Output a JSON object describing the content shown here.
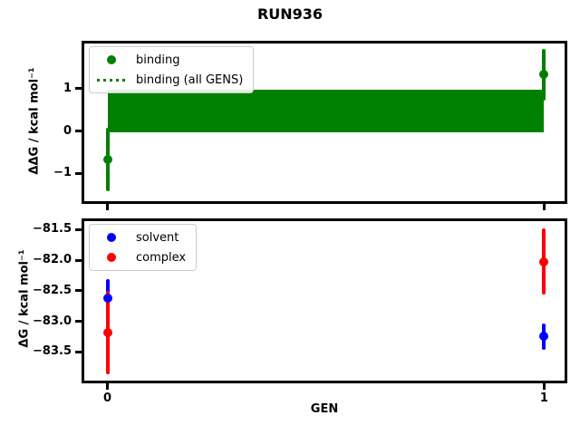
{
  "figure": {
    "title": "RUN936",
    "xlabel": "GEN"
  },
  "colors": {
    "binding_green": "#008000",
    "solvent_blue": "#0000ff",
    "complex_red": "#ff0000",
    "axis_black": "#000000",
    "legend_border": "#cccccc"
  },
  "chart_data": [
    {
      "type": "scatter",
      "panel": "binding-ddg",
      "ylabel": "ΔΔG / kcal mol⁻¹",
      "xlim": [
        -0.053,
        1.047
      ],
      "ylim": [
        -1.66,
        2.07
      ],
      "grid": false,
      "legend_position": "upper left",
      "yticks": [
        1,
        0,
        -1
      ],
      "yticklabels": [
        "1",
        "0",
        "−1"
      ],
      "xticks": [
        0,
        1
      ],
      "xticklabels": [],
      "legend": [
        {
          "label": "binding",
          "handle": "dot",
          "color": "#008000"
        },
        {
          "label": "binding (all GENS)",
          "handle": "dotted-line",
          "color": "#008000"
        }
      ],
      "band": {
        "x": [
          0,
          1
        ],
        "ymin": -0.03,
        "ymax": 0.97,
        "color": "#008000"
      },
      "mean_line": {
        "y": 0.47,
        "style": "dotted",
        "color": "#008000"
      },
      "series": [
        {
          "name": "binding",
          "color": "#008000",
          "points": [
            {
              "x": 0,
              "y": -0.67,
              "yerr": 0.75
            },
            {
              "x": 1,
              "y": 1.34,
              "yerr": 0.61
            }
          ]
        }
      ]
    },
    {
      "type": "scatter",
      "panel": "absolute-dg",
      "ylabel": "ΔG / kcal mol⁻¹",
      "xlim": [
        -0.053,
        1.047
      ],
      "ylim": [
        -83.97,
        -81.36
      ],
      "grid": false,
      "legend_position": "upper left",
      "yticks": [
        -81.5,
        -82.0,
        -82.5,
        -83.0,
        -83.5
      ],
      "yticklabels": [
        "−81.5",
        "−82.0",
        "−82.5",
        "−83.0",
        "−83.5"
      ],
      "xticks": [
        0,
        1
      ],
      "xticklabels": [
        "0",
        "1"
      ],
      "legend": [
        {
          "label": "solvent",
          "handle": "dot",
          "color": "#0000ff"
        },
        {
          "label": "complex",
          "handle": "dot",
          "color": "#ff0000"
        }
      ],
      "series": [
        {
          "name": "solvent",
          "color": "#0000ff",
          "points": [
            {
              "x": 0,
              "y": -82.62,
              "yerr": 0.31
            },
            {
              "x": 1,
              "y": -83.25,
              "yerr": 0.22
            }
          ]
        },
        {
          "name": "complex",
          "color": "#ff0000",
          "points": [
            {
              "x": 0,
              "y": -83.18,
              "yerr": 0.68
            },
            {
              "x": 1,
              "y": -82.02,
              "yerr": 0.54
            }
          ]
        }
      ]
    }
  ]
}
